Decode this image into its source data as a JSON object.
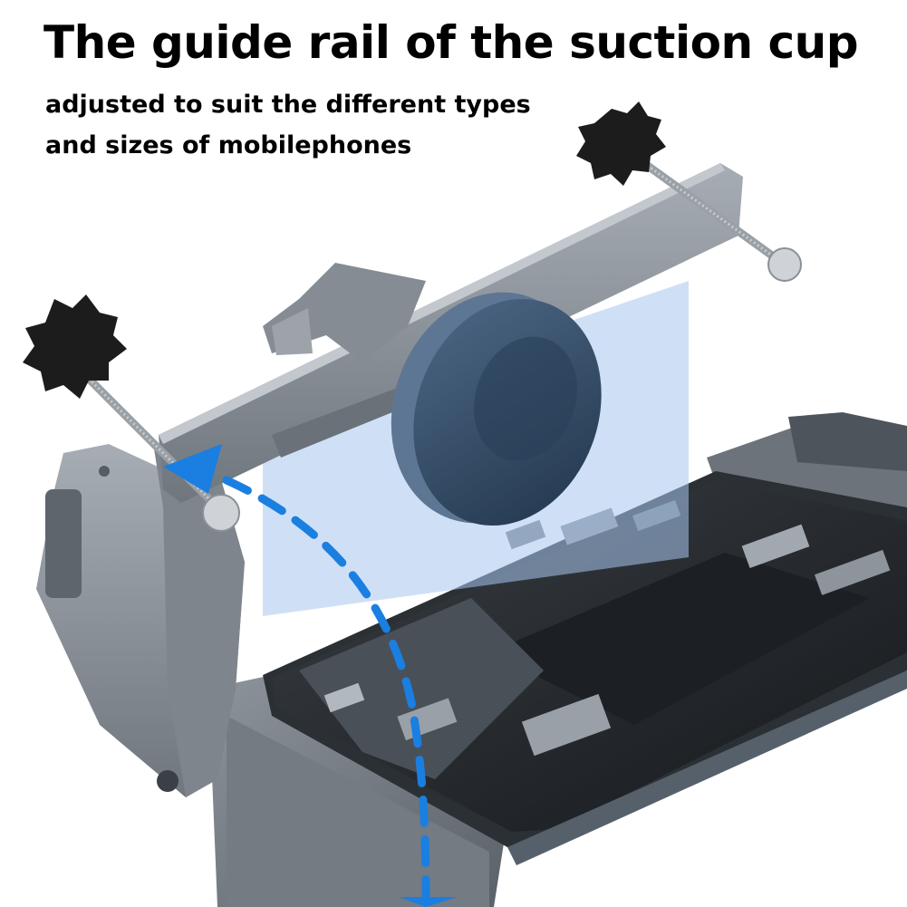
{
  "headline": "The guide rail of the suction cup",
  "subtitle": {
    "line1": "adjusted to suit the different types",
    "line2": "and sizes of mobilephones"
  },
  "colors": {
    "background": "#ffffff",
    "text": "#000000",
    "metal": "#8a9199",
    "metal_dark": "#5c636b",
    "suction_cup": "#2f4a66",
    "guide_arrow": "#1a7fe0",
    "highlight_panel": "#a8c6ef",
    "knob": "#1c1c1c"
  }
}
